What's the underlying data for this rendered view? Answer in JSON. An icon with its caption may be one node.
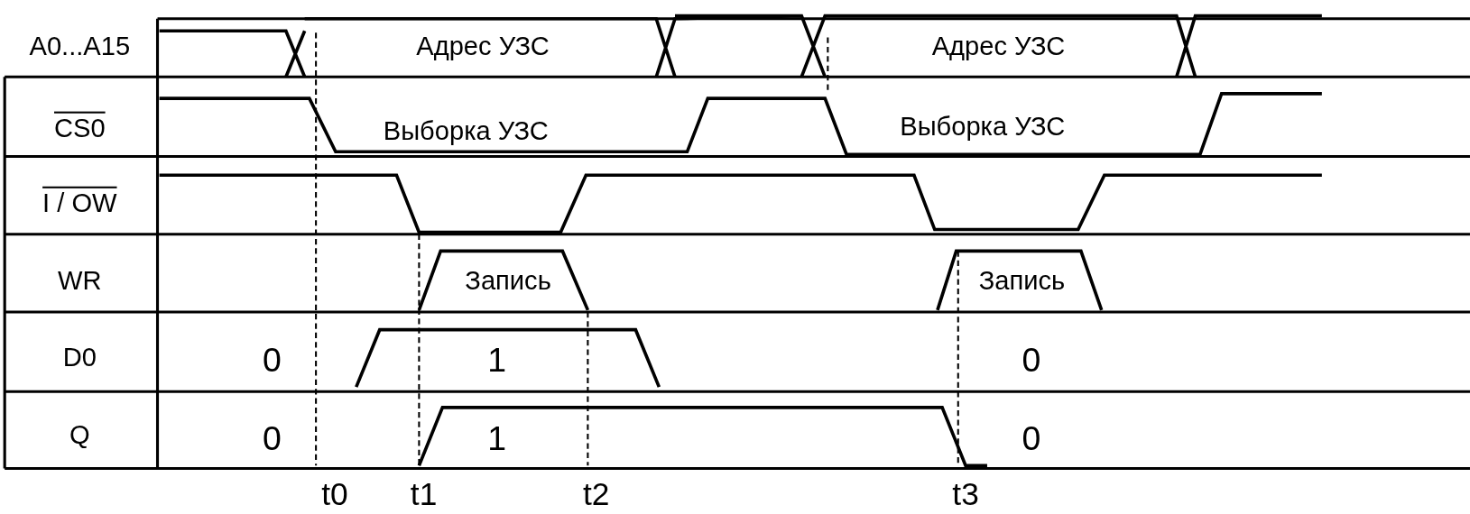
{
  "diagram": {
    "labels": [
      "A0...A15",
      "Адрес УЗС",
      "Адрес УЗС",
      "CS0",
      "Выборка УЗС",
      "Выборка УЗС",
      "I / OW",
      "WR",
      "Запись",
      "Запись",
      "D0",
      "0",
      "1",
      "0",
      "Q",
      "0",
      "1",
      "0",
      "t0",
      "t1",
      "t2",
      "t3"
    ]
  }
}
